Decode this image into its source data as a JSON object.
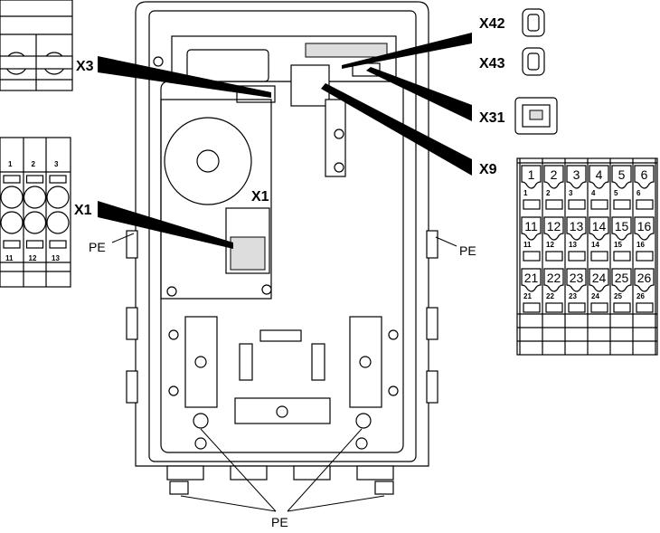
{
  "labels": {
    "x3": "X3",
    "x1": "X1",
    "x1_board": "X1",
    "x42": "X42",
    "x43": "X43",
    "x31": "X31",
    "x9": "X9",
    "pe_left": "PE",
    "pe_right": "PE",
    "pe_bottom": "PE"
  },
  "x1_terminal": {
    "top_numbers": [
      "1",
      "2",
      "3"
    ],
    "bottom_numbers": [
      "11",
      "12",
      "13"
    ]
  },
  "x9_terminal": {
    "rows": [
      [
        "1",
        "2",
        "3",
        "4",
        "5",
        "6"
      ],
      [
        "11",
        "12",
        "13",
        "14",
        "15",
        "16"
      ],
      [
        "21",
        "22",
        "23",
        "24",
        "25",
        "26"
      ]
    ]
  }
}
